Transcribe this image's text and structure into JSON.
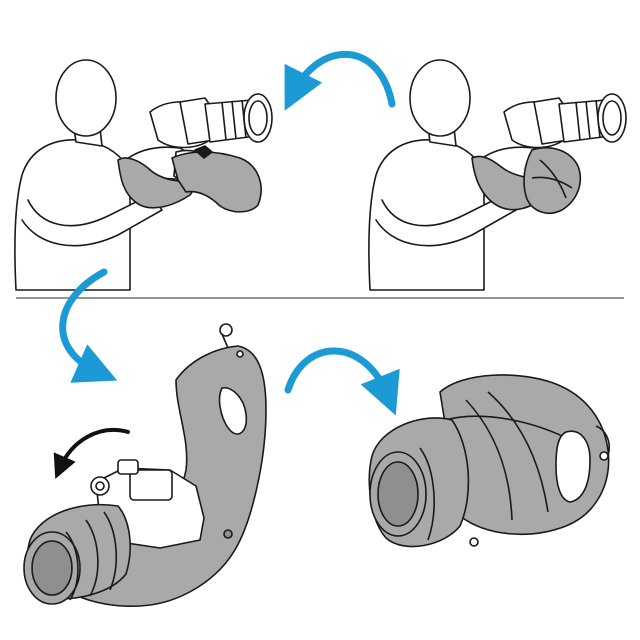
{
  "colors": {
    "background": "#ffffff",
    "line": "#1a1a1a",
    "wrap_fill": "#a9a9a9",
    "wrap_fill_dark": "#8f8f8f",
    "arrow_blue": "#1b9ad6",
    "arrow_black": "#111111",
    "divider": "#555555"
  },
  "icons": [
    "photographer-figure",
    "camera-with-telephoto-lens",
    "wrap-cloth",
    "curved-arrow"
  ]
}
